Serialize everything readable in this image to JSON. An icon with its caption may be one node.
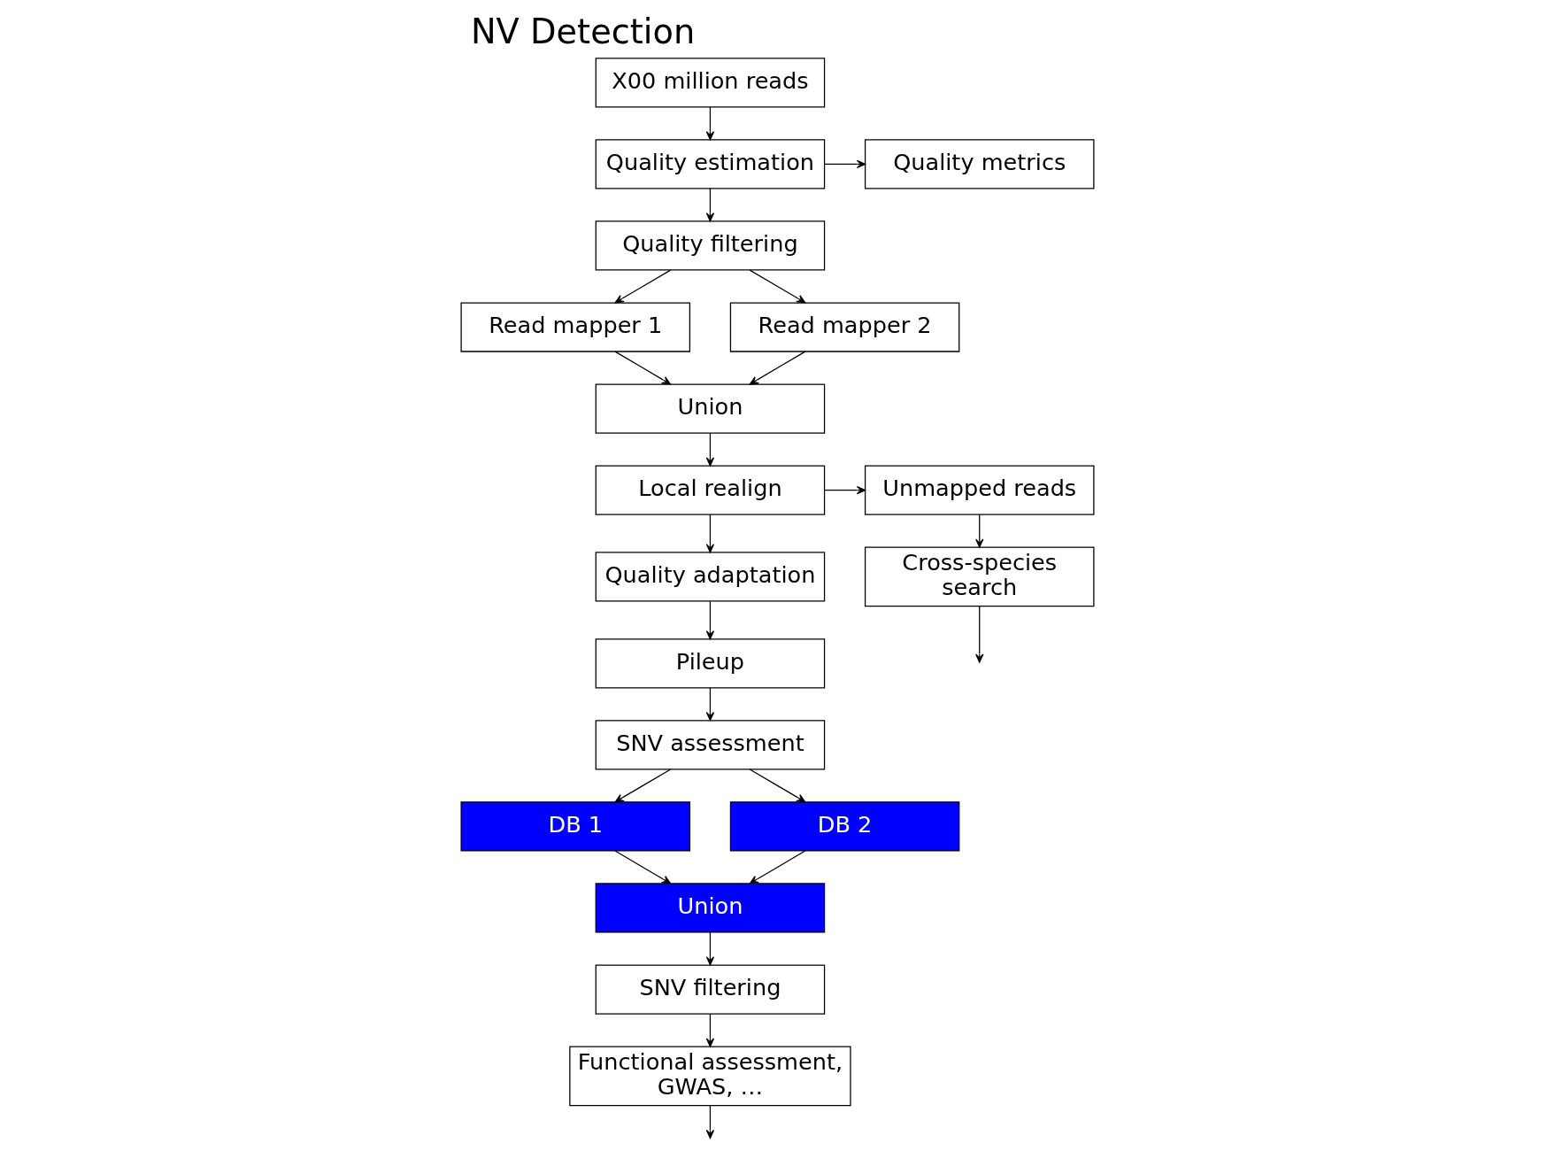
{
  "diagram": {
    "title": "NV Detection",
    "nodes": [
      {
        "text": [
          "X00 million reads"
        ]
      },
      {
        "text": [
          "Quality estimation"
        ]
      },
      {
        "text": [
          "Quality metrics"
        ]
      },
      {
        "text": [
          "Quality filtering"
        ]
      },
      {
        "text": [
          "Read mapper 1"
        ]
      },
      {
        "text": [
          "Read mapper 2"
        ]
      },
      {
        "text": [
          "Union"
        ]
      },
      {
        "text": [
          "Local realign"
        ]
      },
      {
        "text": [
          "Unmapped reads"
        ]
      },
      {
        "text": [
          "Quality adaptation"
        ]
      },
      {
        "text": [
          "Cross-species search"
        ]
      },
      {
        "text": [
          "Pileup"
        ]
      },
      {
        "text": [
          "SNV assessment"
        ]
      },
      {
        "text": [
          "Functional assessment, GWAS, …"
        ]
      },
      {
        "text": [
          "SNV filtering"
        ]
      },
      {
        "text": [
          "Union"
        ]
      },
      {
        "text": [
          "DB 1"
        ]
      },
      {
        "text": [
          "DB 2"
        ]
      }
    ],
    "edges": [
      {
        "from": 0,
        "to": 1,
        "arrow": "to"
      },
      {
        "from": 1,
        "to": 2,
        "arrow": "to"
      },
      {
        "from": 1,
        "to": 3,
        "arrow": "to"
      },
      {
        "from": 3,
        "to": 4,
        "arrow": "to"
      },
      {
        "from": 3,
        "to": 5,
        "arrow": "to"
      },
      {
        "from": 4,
        "to": 6,
        "arrow": "to"
      },
      {
        "from": 5,
        "to": 6,
        "arrow": "to"
      },
      {
        "from": 6,
        "to": 7,
        "arrow": "to"
      },
      {
        "from": 7,
        "to": 8,
        "arrow": "to"
      },
      {
        "from": 7,
        "to": 9,
        "arrow": "to"
      },
      {
        "from": 8,
        "to": 10,
        "arrow": "to"
      },
      {
        "from": 9,
        "to": 11,
        "arrow": "to"
      },
      {
        "from": 11,
        "to": 12,
        "arrow": "to"
      },
      {
        "from": 12,
        "to": 17,
        "arrow": "to"
      },
      {
        "from": 12,
        "to": 16,
        "arrow": "to"
      },
      {
        "from": 16,
        "to": 15,
        "arrow": "to"
      },
      {
        "from": 17,
        "to": 15,
        "arrow": "to"
      },
      {
        "from": 15,
        "to": 14,
        "arrow": "to"
      },
      {
        "from": 14,
        "to": 13,
        "arrow": "to"
      },
      {
        "from": 13,
        "to": null,
        "arrow": "to"
      },
      {
        "from": 10,
        "to": null,
        "arrow": "to"
      }
    ]
  }
}
